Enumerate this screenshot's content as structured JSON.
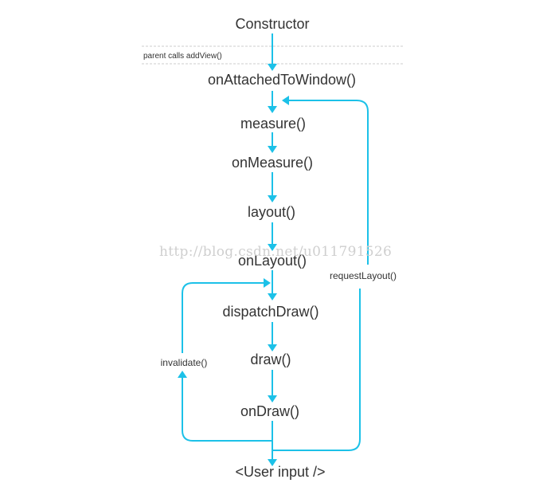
{
  "steps": {
    "constructor": "Constructor",
    "on_attached": "onAttachedToWindow()",
    "measure": "measure()",
    "on_measure": "onMeasure()",
    "layout": "layout()",
    "on_layout": "onLayout()",
    "dispatch_draw": "dispatchDraw()",
    "draw": "draw()",
    "on_draw": "onDraw()",
    "user_input": "<User input />"
  },
  "labels": {
    "parent_calls": "parent calls addView()",
    "request_layout": "requestLayout()",
    "invalidate": "invalidate()"
  },
  "watermark": "http://blog.csdn.net/u011791526",
  "colors": {
    "arrow": "#1cc1e8",
    "text": "#333333",
    "watermark": "#cfcfcf"
  }
}
